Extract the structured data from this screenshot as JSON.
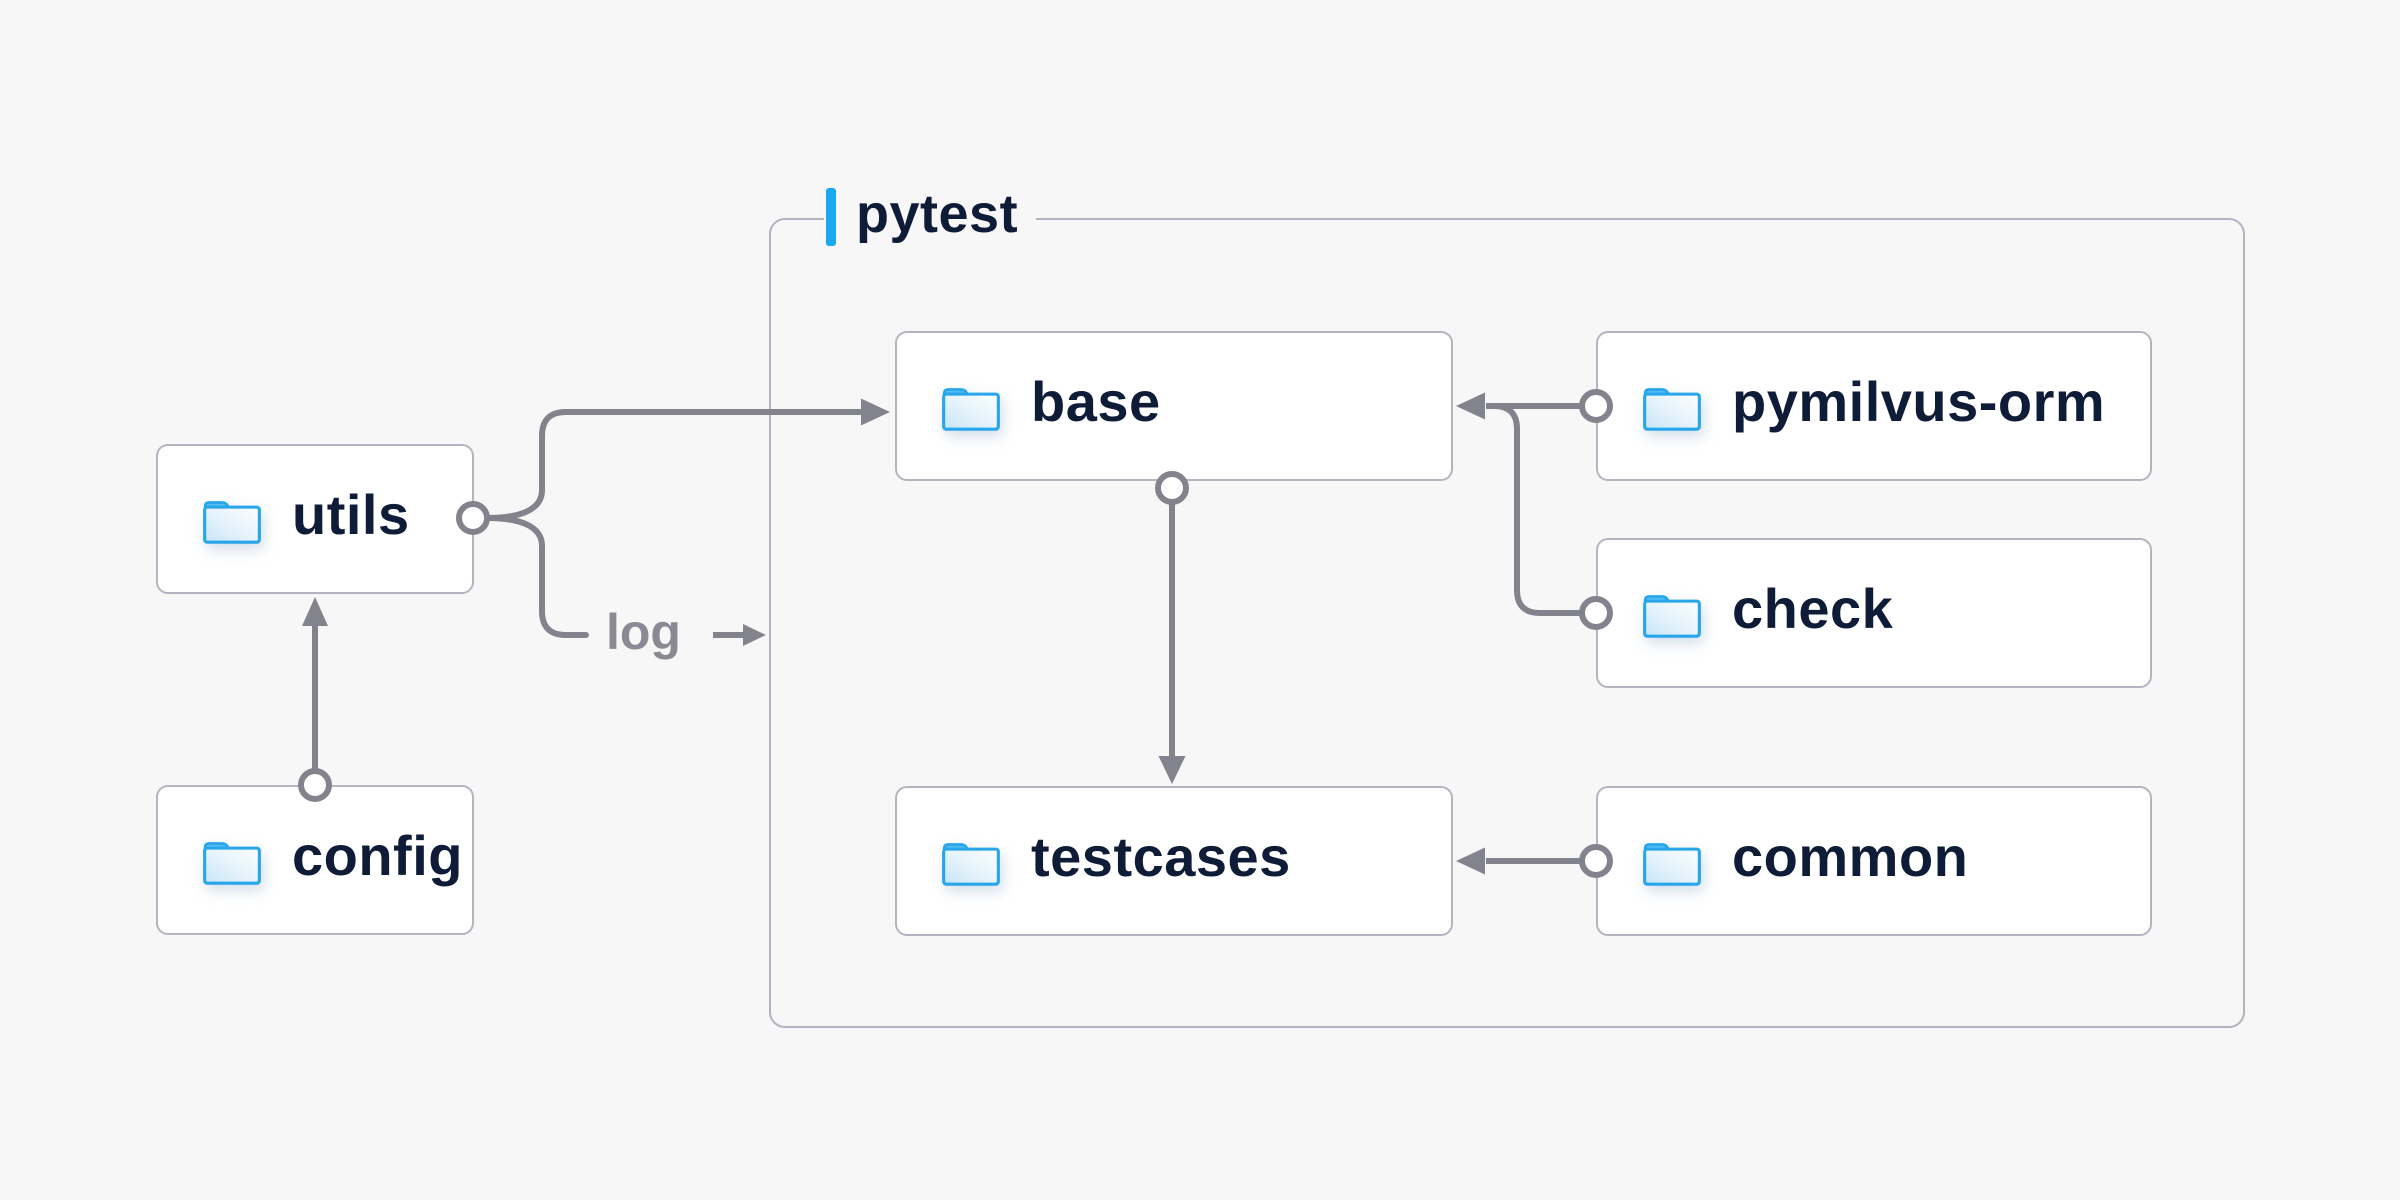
{
  "page": {
    "background_color": "#f7f7f8",
    "type": "folder-structure-diagram"
  },
  "container": {
    "label": "pytest",
    "accent_bar_color": "#1aa9f1",
    "border_color": "#b4b4c0"
  },
  "nodes": {
    "utils": {
      "label": "utils",
      "icon": "folder-icon"
    },
    "config": {
      "label": "config",
      "icon": "folder-icon"
    },
    "base": {
      "label": "base",
      "icon": "folder-icon"
    },
    "pymilvus_orm": {
      "label": "pymilvus-orm",
      "icon": "folder-icon"
    },
    "check": {
      "label": "check",
      "icon": "folder-icon"
    },
    "testcases": {
      "label": "testcases",
      "icon": "folder-icon"
    },
    "common": {
      "label": "common",
      "icon": "folder-icon"
    }
  },
  "edges": {
    "log_label": "log",
    "line_color": "#83838e",
    "connections": [
      {
        "from": "config",
        "to": "utils"
      },
      {
        "from": "utils",
        "to": "base"
      },
      {
        "from": "utils",
        "to": "log"
      },
      {
        "from": "pymilvus_orm",
        "to": "base"
      },
      {
        "from": "check",
        "to": "base"
      },
      {
        "from": "base",
        "to": "testcases"
      },
      {
        "from": "common",
        "to": "testcases"
      }
    ]
  },
  "colors": {
    "node_text": "#0f1c38",
    "node_background": "#ffffff",
    "node_border": "#b4b4c0",
    "folder_blue": "#29a5ea",
    "folder_tab_fill": "#54bdf2",
    "log_text": "#8a8a94"
  }
}
